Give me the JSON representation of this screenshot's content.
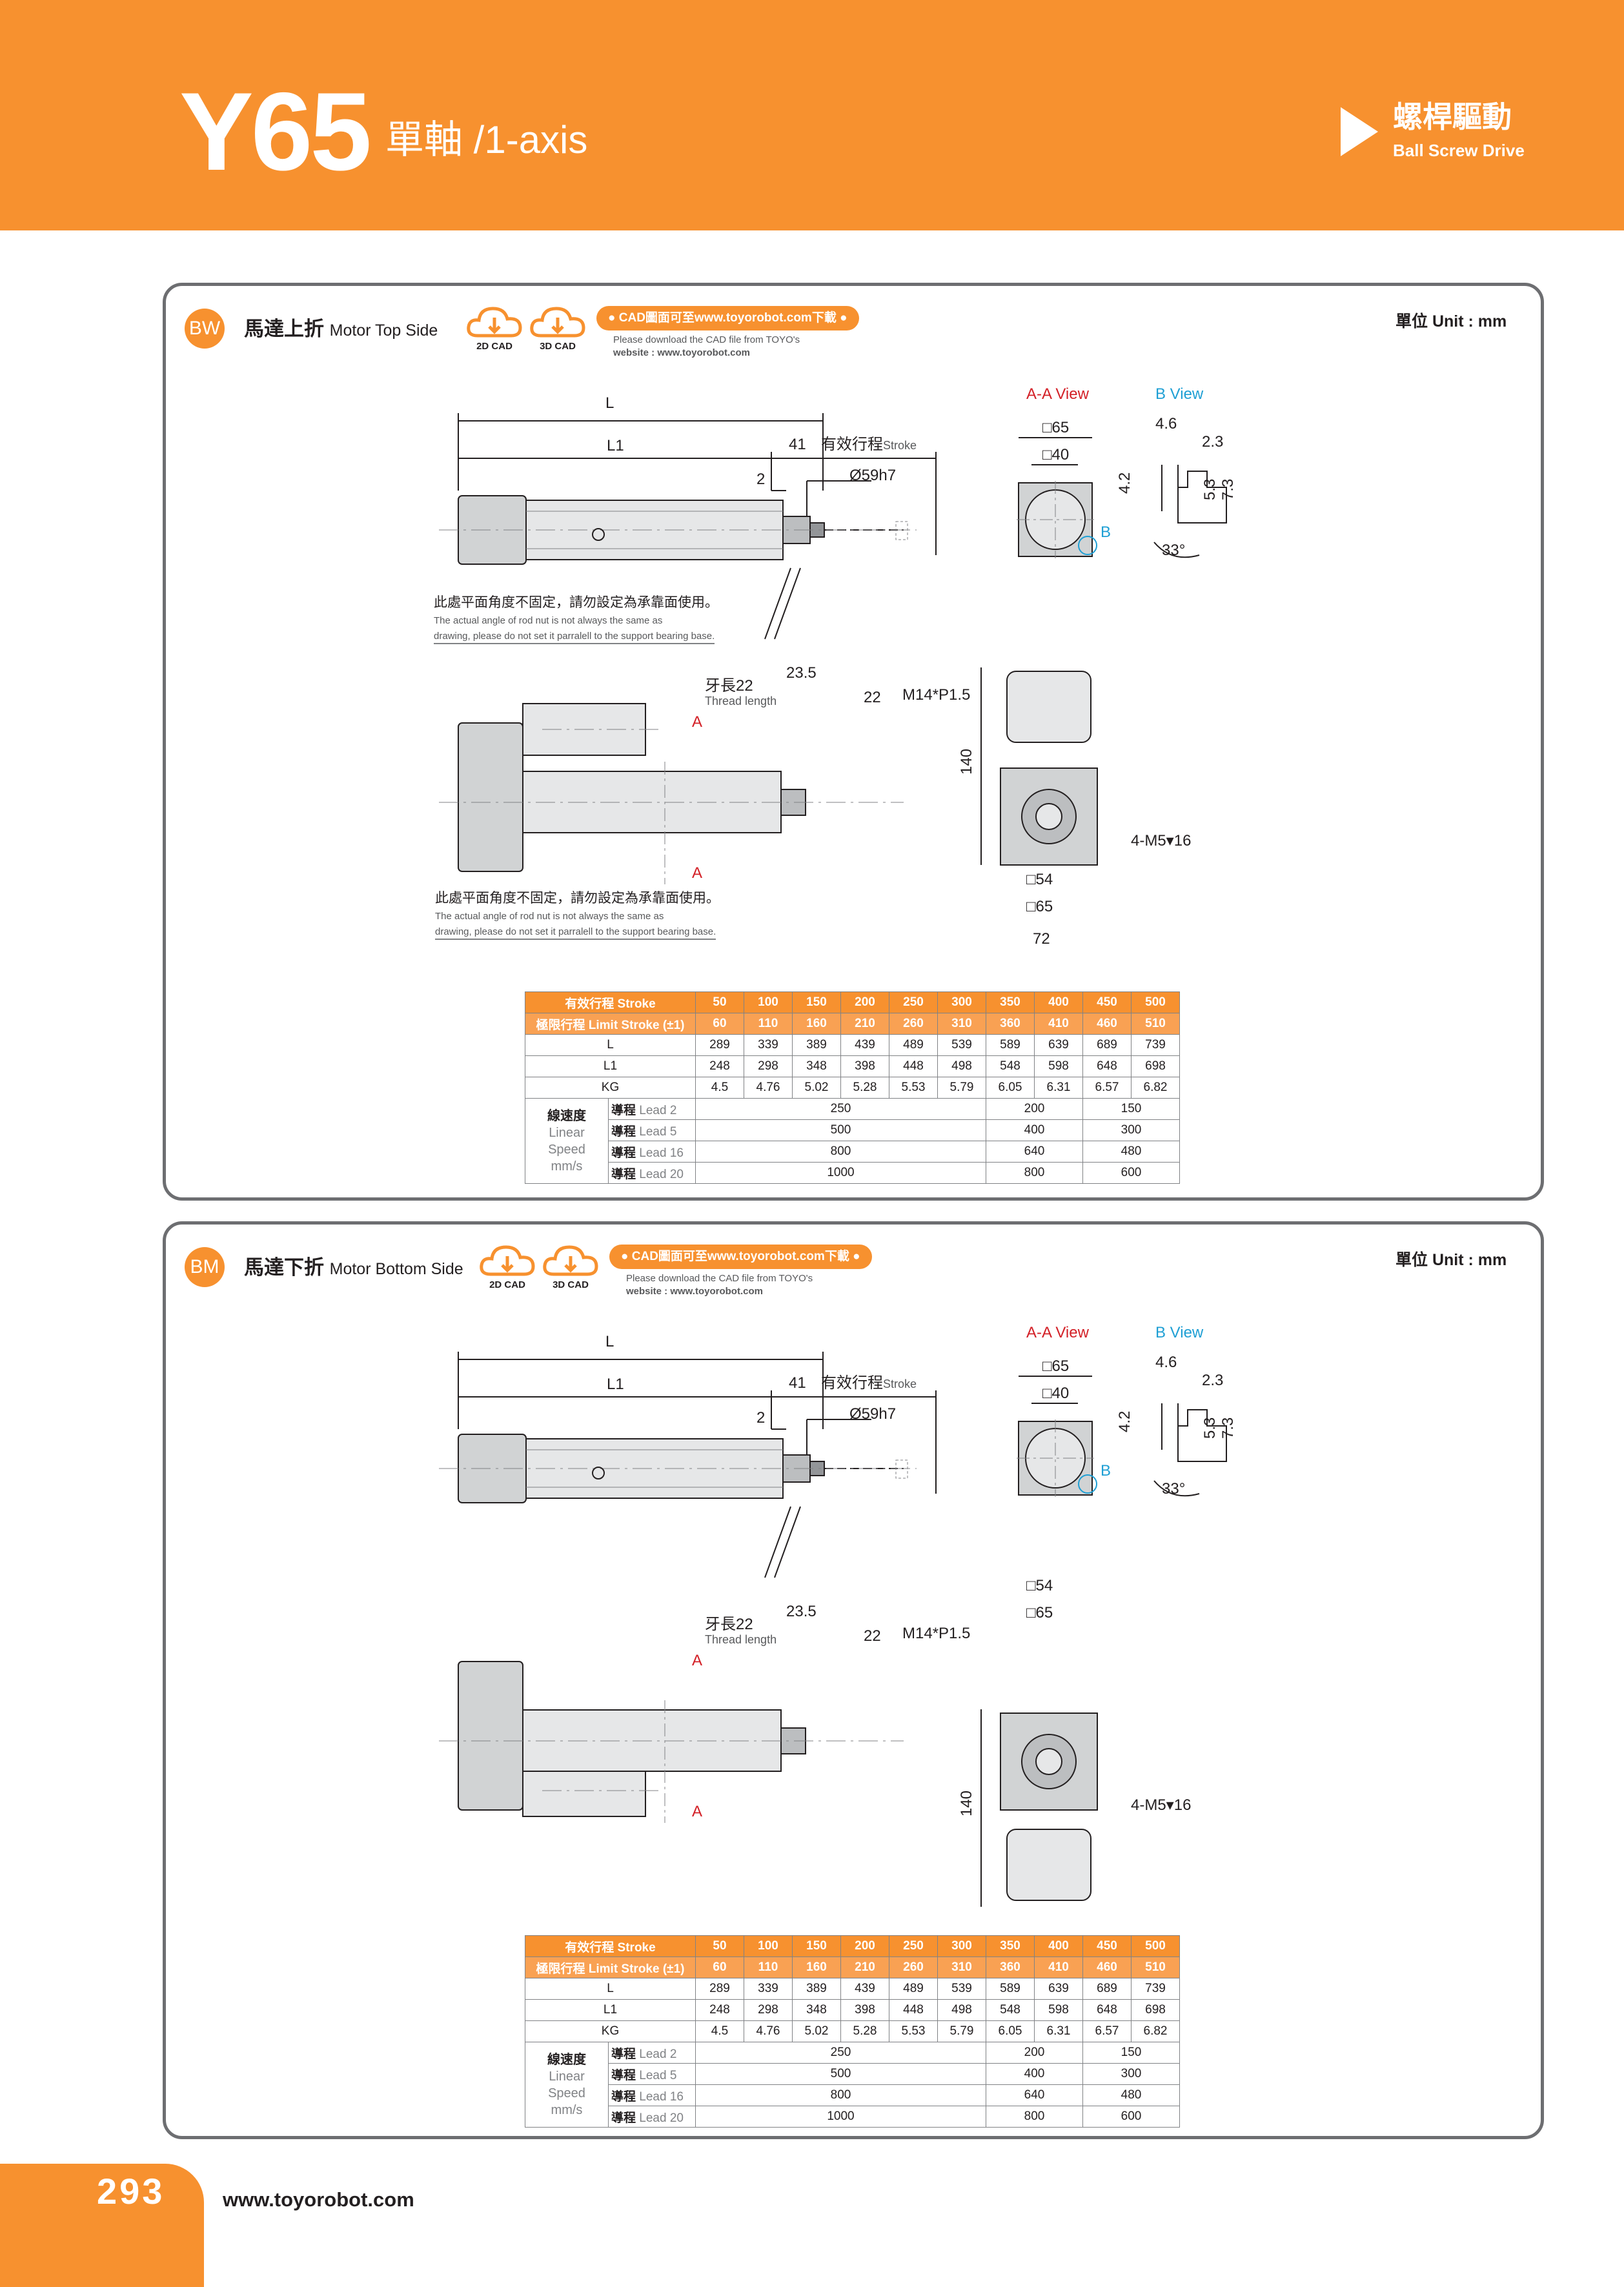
{
  "header": {
    "model": "Y65",
    "axis": "單軸 /1-axis",
    "drive_zh": "螺桿驅動",
    "drive_en": "Ball Screw Drive"
  },
  "sections": [
    {
      "badge": "BW",
      "title_zh": "馬達上折",
      "title_en": "Motor Top Side",
      "cad2d": "2D CAD",
      "cad3d": "3D CAD",
      "cad_pill": "● CAD圖面可至www.toyorobot.com下載 ●",
      "cad_note1": "Please download the CAD file from TOYO's",
      "cad_note2": "website : www.toyorobot.com",
      "unit": "單位 Unit : mm",
      "warn_zh": "此處平面角度不固定，請勿設定為承靠面使用。",
      "warn_en1": "The actual angle of rod nut is not always the same as",
      "warn_en2": "drawing, please do not set it parralell to the support bearing base."
    },
    {
      "badge": "BM",
      "title_zh": "馬達下折",
      "title_en": "Motor Bottom Side",
      "cad2d": "2D CAD",
      "cad3d": "3D CAD",
      "cad_pill": "● CAD圖面可至www.toyorobot.com下載 ●",
      "cad_note1": "Please download the CAD file from TOYO's",
      "cad_note2": "website : www.toyorobot.com",
      "unit": "單位 Unit : mm",
      "warn_zh": "此處平面角度不固定，請勿設定為承靠面使用。",
      "warn_en1": "The actual angle of rod nut is not always the same as",
      "warn_en2": "drawing, please do not set it parralell to the support bearing base."
    }
  ],
  "dims": {
    "L": "L",
    "L1": "L1",
    "d41": "41",
    "stroke_zh": "有效行程",
    "stroke_en": "Stroke",
    "d2": "2",
    "dia": "Ø59h7",
    "aa": "A-A View",
    "bv": "B View",
    "sq65": "□65",
    "sq40": "□40",
    "sq54": "□54",
    "d46": "4.6",
    "d23": "2.3",
    "d42": "4.2",
    "d53": "5.3",
    "d73": "7.3",
    "ang": "33°",
    "B": "B",
    "A": "A",
    "thread_zh": "牙長22",
    "thread_en": "Thread length",
    "d235": "23.5",
    "d22": "22",
    "m14": "M14*P1.5",
    "d140": "140",
    "m5": "4-M5▾16",
    "d72": "72"
  },
  "table": {
    "h_stroke": "有效行程 Stroke",
    "h_limit": "極限行程 Limit Stroke (±1)",
    "r_L": "L",
    "r_L1": "L1",
    "r_KG": "KG",
    "speed_zh": "線速度",
    "speed_en1": "Linear",
    "speed_en2": "Speed",
    "speed_unit": "mm/s",
    "strokes": [
      "50",
      "100",
      "150",
      "200",
      "250",
      "300",
      "350",
      "400",
      "450",
      "500"
    ],
    "limits": [
      "60",
      "110",
      "160",
      "210",
      "260",
      "310",
      "360",
      "410",
      "460",
      "510"
    ],
    "L": [
      "289",
      "339",
      "389",
      "439",
      "489",
      "539",
      "589",
      "639",
      "689",
      "739"
    ],
    "L1": [
      "248",
      "298",
      "348",
      "398",
      "448",
      "498",
      "548",
      "598",
      "648",
      "698"
    ],
    "KG": [
      "4.5",
      "4.76",
      "5.02",
      "5.28",
      "5.53",
      "5.79",
      "6.05",
      "6.31",
      "6.57",
      "6.82"
    ],
    "leads": [
      {
        "zh": "導程",
        "en": "Lead 2",
        "a": "250",
        "b": "200",
        "c": "150"
      },
      {
        "zh": "導程",
        "en": "Lead 5",
        "a": "500",
        "b": "400",
        "c": "300"
      },
      {
        "zh": "導程",
        "en": "Lead 16",
        "a": "800",
        "b": "640",
        "c": "480"
      },
      {
        "zh": "導程",
        "en": "Lead 20",
        "a": "1000",
        "b": "800",
        "c": "600"
      }
    ]
  },
  "footer": {
    "page": "293",
    "site": "www.toyorobot.com"
  }
}
